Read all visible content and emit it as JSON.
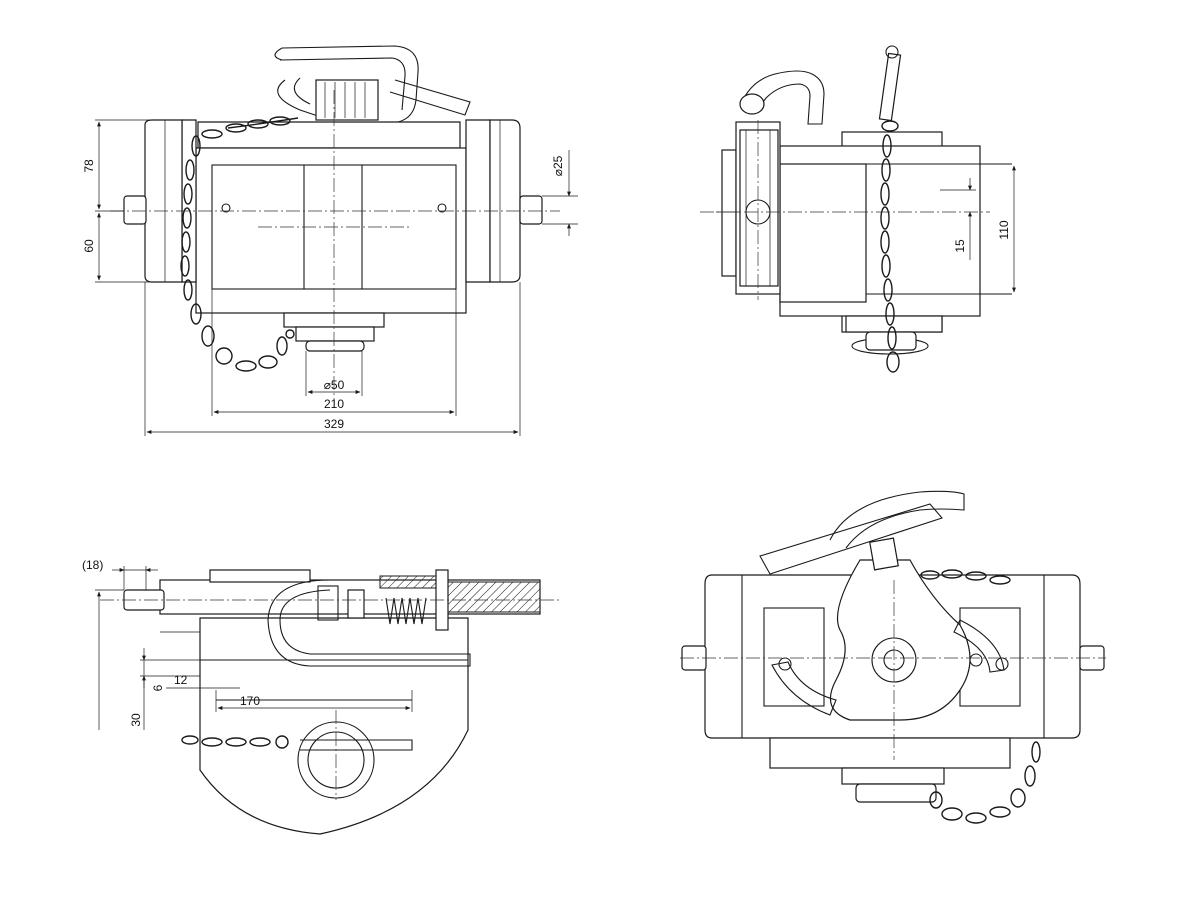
{
  "views": {
    "top_left": {
      "dims": {
        "d78": "78",
        "d60": "60",
        "dia25": "⌀25",
        "dia50": "⌀50",
        "d210": "210",
        "d329": "329"
      }
    },
    "top_right": {
      "dims": {
        "d15": "15",
        "d110": "110"
      }
    },
    "bottom_left": {
      "dims": {
        "d18": "(18)",
        "d12": "12",
        "d6": "6",
        "d170": "170",
        "d30": "30"
      }
    }
  }
}
